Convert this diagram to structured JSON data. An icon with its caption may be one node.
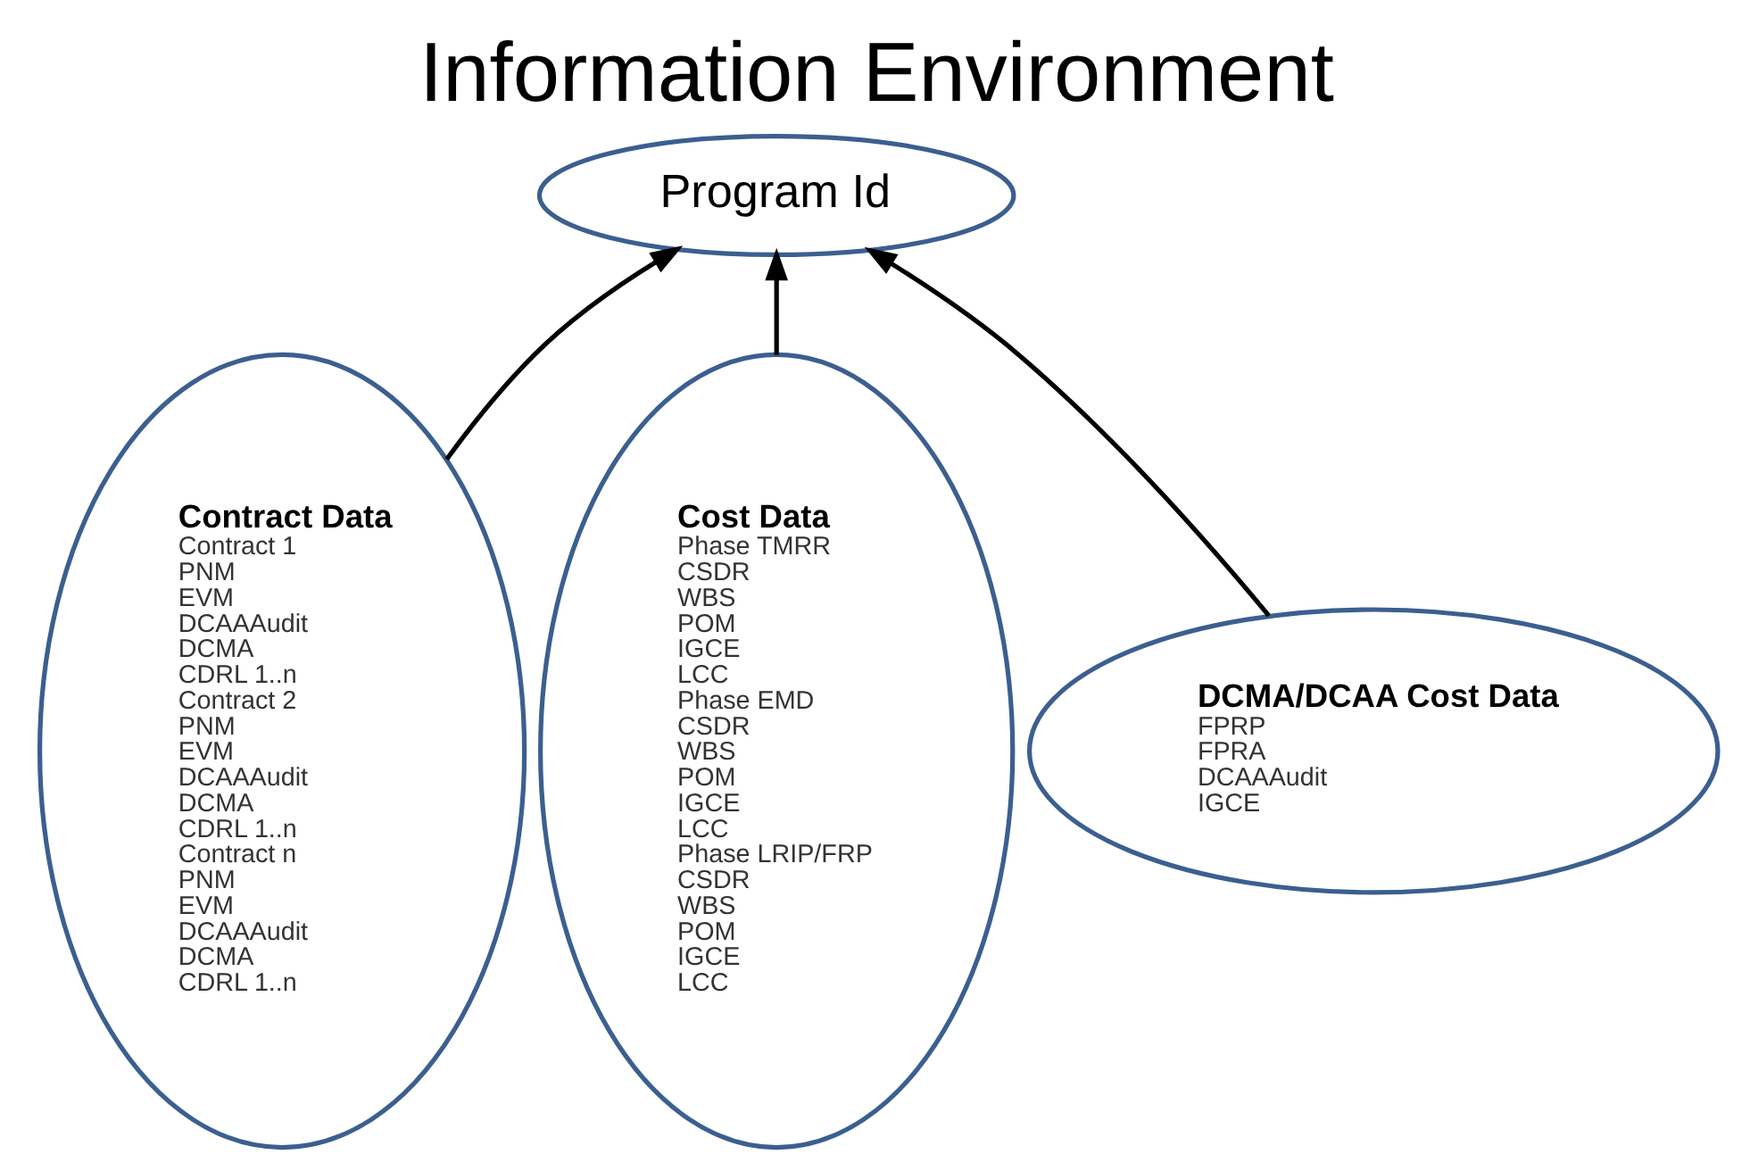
{
  "diagram": {
    "title": "Information Environment",
    "nodes": [
      {
        "text": [
          "Program Id"
        ]
      },
      {
        "text": [
          "Contract Data",
          "Contract 1",
          "PNM",
          "EVM",
          "DCAAAudit",
          "DCMA",
          "CDRL 1..n",
          "Contract 2",
          "PNM",
          "EVM",
          "DCAAAudit",
          "DCMA",
          "CDRL 1..n",
          "Contract n",
          "PNM",
          "EVM",
          "DCAAAudit",
          "DCMA",
          "CDRL 1..n"
        ]
      },
      {
        "text": [
          "Cost Data",
          "Phase TMRR",
          "CSDR",
          "WBS",
          "POM",
          "IGCE",
          "LCC",
          "Phase EMD",
          "CSDR",
          "WBS",
          "POM",
          "IGCE",
          "LCC",
          "Phase LRIP/FRP",
          "CSDR",
          "WBS",
          "POM",
          "IGCE",
          "LCC"
        ]
      },
      {
        "text": [
          "DCMA/DCAA Cost Data",
          "FPRP",
          "FPRA",
          "DCAAAudit",
          "IGCE"
        ]
      }
    ],
    "edges": [
      {
        "from": 1,
        "to": 0,
        "arrow": "to"
      },
      {
        "from": 2,
        "to": 0,
        "arrow": "to"
      },
      {
        "from": 3,
        "to": 0,
        "arrow": "to"
      }
    ]
  }
}
